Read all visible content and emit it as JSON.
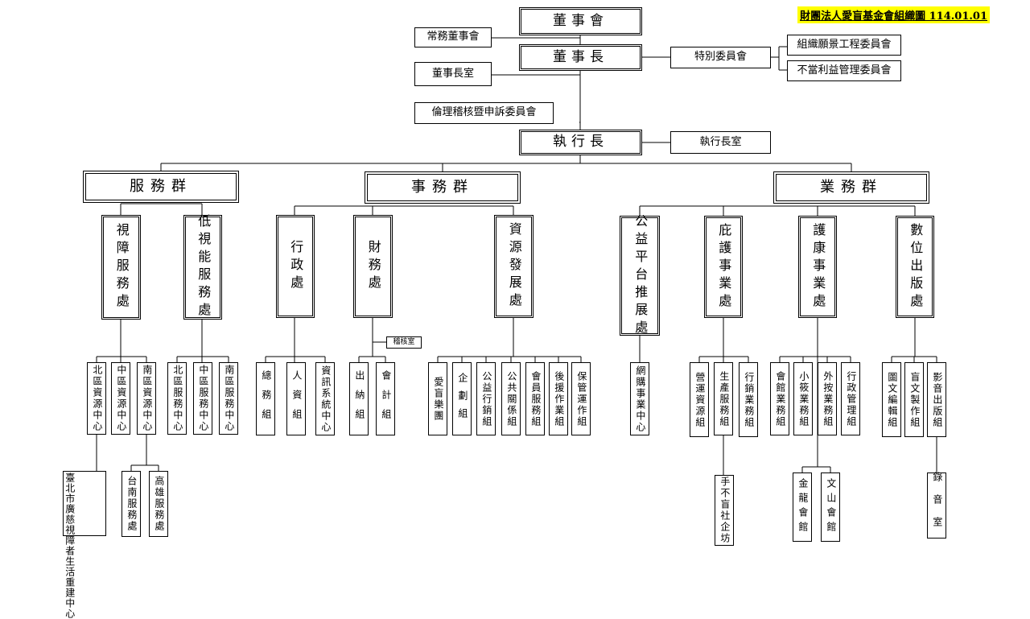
{
  "title": "財團法人愛盲基金會組織圖 114.01.01",
  "board": "董事會",
  "standing_board": "常務董事會",
  "chairman": "董事長",
  "chairman_office": "董事長室",
  "special_committee": "特別委員會",
  "committees": [
    "組織願景工程委員會",
    "不當利益管理委員會"
  ],
  "ethics_committee": "倫理稽核暨申訴委員會",
  "ceo": "執行長",
  "ceo_office": "執行長室",
  "groups": [
    "服務群",
    "事務群",
    "業務群"
  ],
  "departments": {
    "visually_impaired": "視障服務處",
    "low_vision": "低視能服務處",
    "admin": "行政處",
    "finance": "財務處",
    "resource": "資源發展處",
    "public_platform": "公益平台推展處",
    "sheltered": "庇護事業處",
    "health": "護康事業處",
    "digital": "數位出版處"
  },
  "audit_office": "稽核室",
  "units": {
    "vi_north": "北區資源中心",
    "vi_central": "中區資源中心",
    "vi_south": "南區資源中心",
    "lv_north": "北區服務中心",
    "lv_central": "中區服務中心",
    "lv_south": "南區服務中心",
    "general_affairs": "總務組",
    "hr": "人資組",
    "it_center": "資訊系統中心",
    "cashier": "出納組",
    "accounting": "會計組",
    "band": "愛盲樂團",
    "planning": "企劃組",
    "charity_marketing": "公益行銷組",
    "public_relations": "公共關係組",
    "member_service": "會員服務組",
    "backstage": "後援作業組",
    "custody": "保管運作組",
    "online_shopping": "網購事業中心",
    "operation_resource": "營運資源組",
    "production_service": "生產服務組",
    "sales": "行銷業務組",
    "hall_business": "會館業務組",
    "xiaoxiao": "小筱業務組",
    "external_massage": "外按業務組",
    "admin_management": "行政管理組",
    "graphic_editing": "圖文編輯組",
    "braille_production": "盲文製作組",
    "av_publishing": "影音出版組",
    "taipei_center": "臺北市廣慈視障者生活重建中心",
    "tainan": "台南服務處",
    "kaohsiung": "高雄服務處",
    "cafe": "手不盲社企坊",
    "jinlong": "金龍會館",
    "wenshan": "文山會館",
    "recording": "錄音室"
  }
}
